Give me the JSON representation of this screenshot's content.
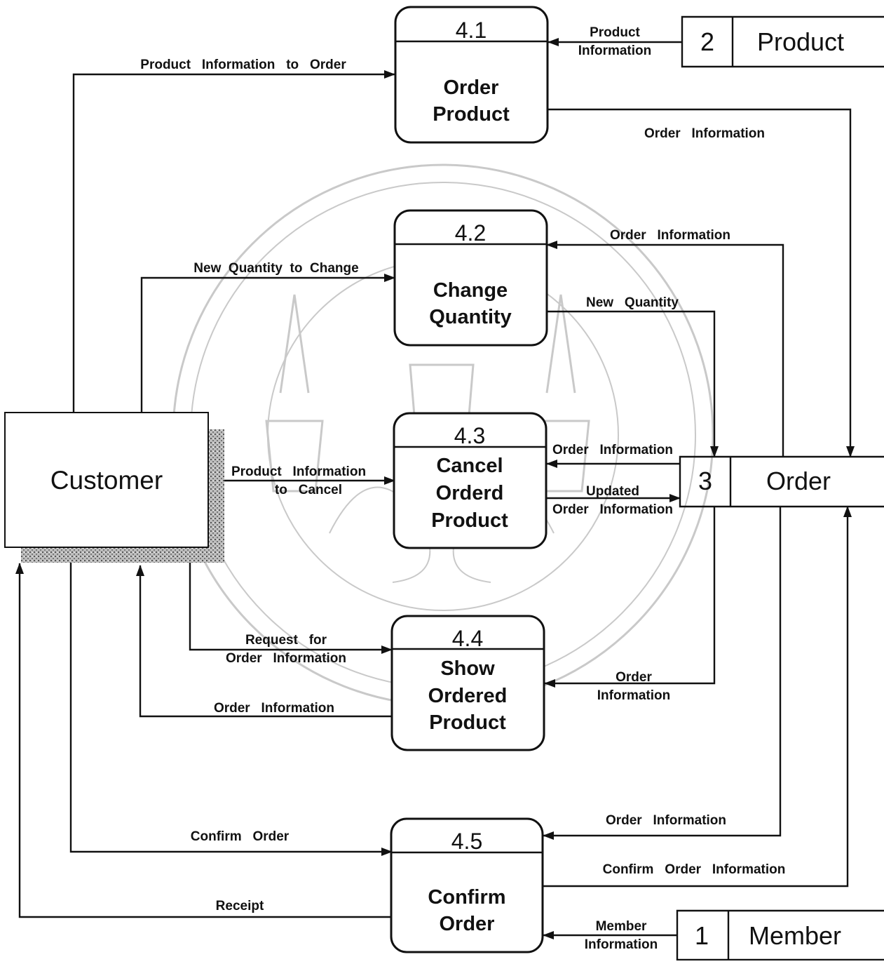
{
  "colors": {
    "ink": "#111111",
    "watermark": "#c9c9c9",
    "shadow": "#9a9a9a",
    "background": "#ffffff"
  },
  "entity": {
    "customer": "Customer"
  },
  "processes": [
    {
      "number": "4.1",
      "name_lines": [
        "Order",
        "Product"
      ]
    },
    {
      "number": "4.2",
      "name_lines": [
        "Change",
        "Quantity"
      ]
    },
    {
      "number": "4.3",
      "name_lines": [
        "Cancel",
        "Orderd",
        "Product"
      ]
    },
    {
      "number": "4.4",
      "name_lines": [
        "Show",
        "Ordered",
        "Product"
      ]
    },
    {
      "number": "4.5",
      "name_lines": [
        "Confirm",
        "Order"
      ]
    }
  ],
  "stores": [
    {
      "id": "2",
      "name": "Product"
    },
    {
      "id": "3",
      "name": "Order"
    },
    {
      "id": "1",
      "name": "Member"
    }
  ],
  "flows": {
    "product_info_to_order": "Product   Information   to   Order",
    "product_info_41": [
      "Product",
      "Information"
    ],
    "order_info_41_out": "Order   Information",
    "order_info_42_in": "Order   Information",
    "new_qty_to_change": "New  Quantity  to  Change",
    "new_quantity": "New   Quantity",
    "order_info_43_in": "Order   Information",
    "product_info_to_cancel": [
      "Product   Information",
      "to   Cancel"
    ],
    "updated_order_info": [
      "Updated",
      "Order   Information"
    ],
    "request_for_order_info": [
      "Request   for",
      "Order   Information"
    ],
    "order_info_44_in": [
      "Order",
      "Information"
    ],
    "order_info_44_out": "Order   Information",
    "order_info_45_in": "Order   Information",
    "confirm_order": "Confirm   Order",
    "confirm_order_info": "Confirm   Order   Information",
    "receipt": "Receipt",
    "member_info": [
      "Member",
      "Information"
    ]
  },
  "watermark": {
    "emblem": "university-seal"
  }
}
